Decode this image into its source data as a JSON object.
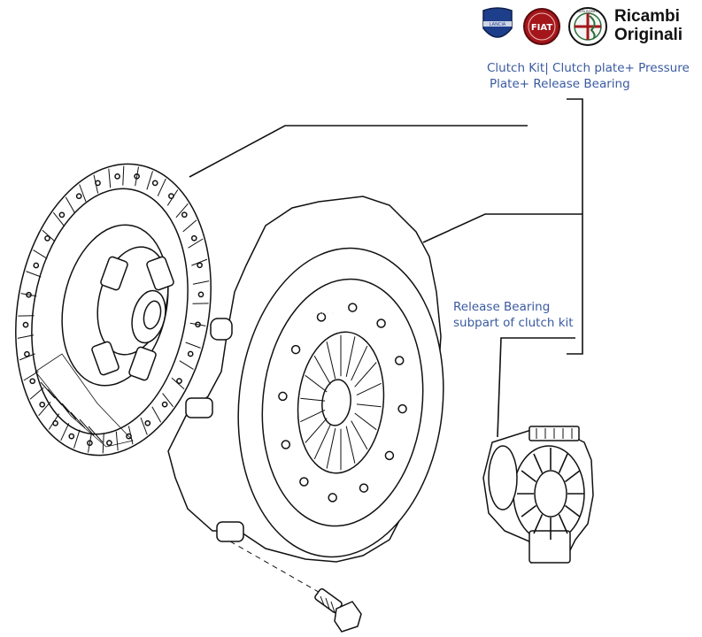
{
  "branding": {
    "logos": [
      {
        "name": "lancia-logo",
        "text": "LANCIA",
        "color": "#1d3e8a"
      },
      {
        "name": "fiat-logo",
        "text": "FIAT",
        "color": "#a4161a"
      },
      {
        "name": "alfa-romeo-logo",
        "text": "ALFA ROMEO",
        "color": "#2a6e3a"
      }
    ],
    "title_line1": "Ricambi",
    "title_line2": "Originali"
  },
  "callouts": {
    "clutch_kit": {
      "line1": "Clutch Kit| Clutch plate+ Pressure",
      "line2": "Plate+ Release Bearing"
    },
    "release_bearing": {
      "line1": "Release Bearing",
      "line2": "subpart of clutch kit"
    }
  },
  "colors": {
    "caption_text": "#3a5aa0",
    "line_art": "#111111"
  }
}
